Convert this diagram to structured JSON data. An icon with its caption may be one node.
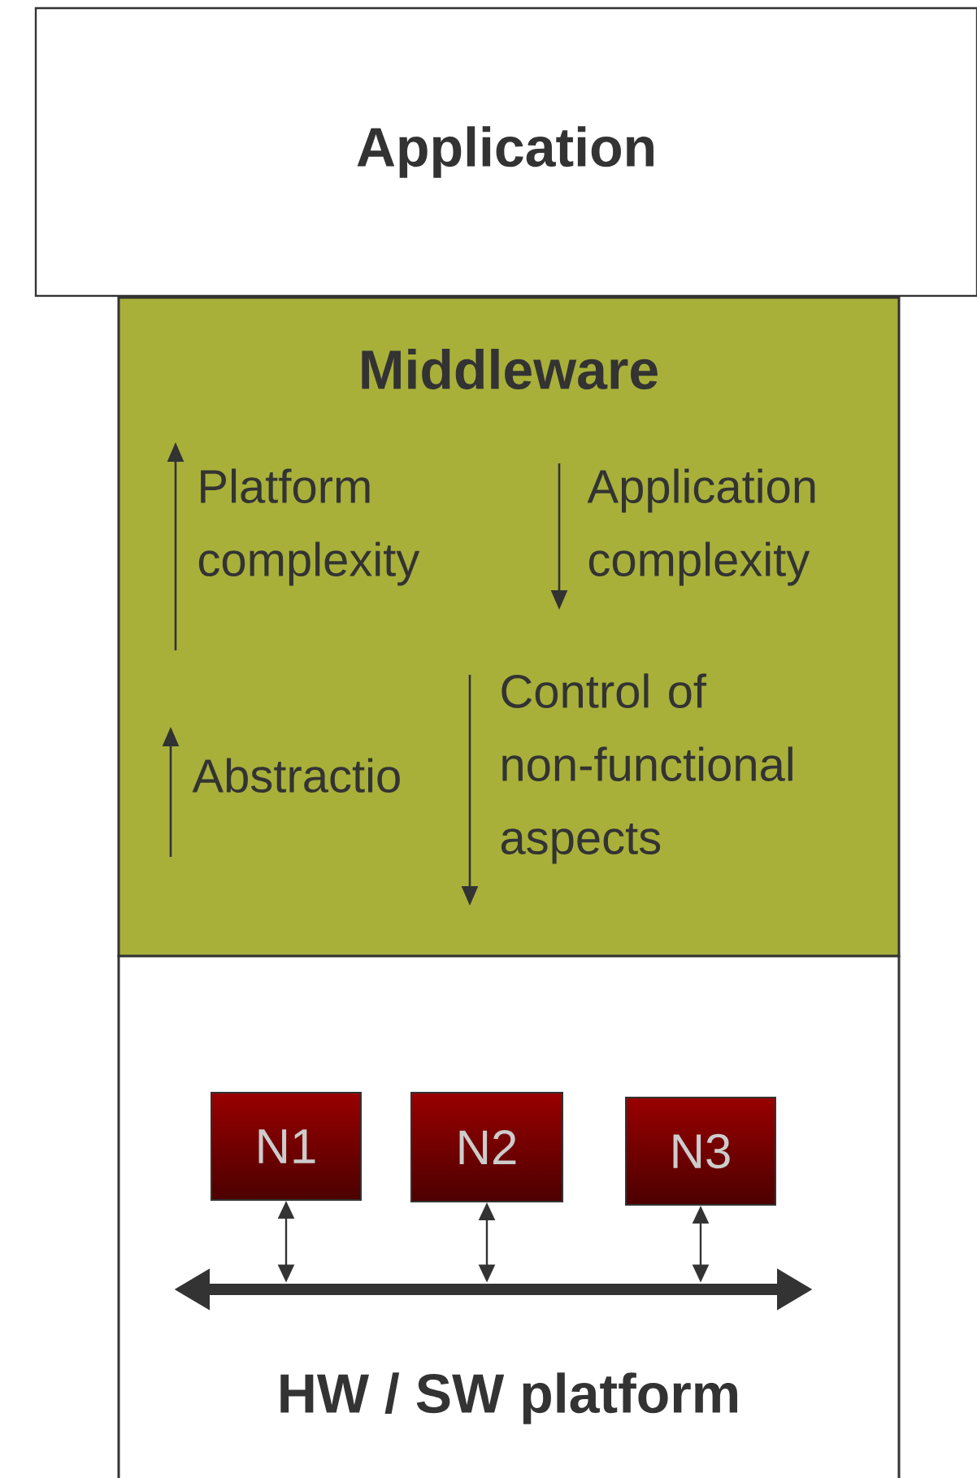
{
  "diagram": {
    "nodes": [
      {
        "text": [
          "Application"
        ]
      },
      {
        "text": [
          "Middleware"
        ]
      },
      {
        "text": [
          "HW / SW platform"
        ]
      },
      {
        "text": [
          "N1"
        ],
        "in": 2
      },
      {
        "text": [
          "N2"
        ],
        "in": 2
      },
      {
        "text": [
          "N3"
        ],
        "in": 2
      },
      {
        "text": [],
        "shape": "bar",
        "in": 2
      }
    ],
    "edges": [
      {
        "from": 3,
        "to": 6,
        "arrow": "both"
      },
      {
        "from": 4,
        "to": 6,
        "arrow": "both"
      },
      {
        "from": 5,
        "to": 6,
        "arrow": "both"
      }
    ],
    "labels": [
      "Platform complexity",
      "Application complexity",
      "Abstractio",
      "Control of non-functional aspects"
    ]
  }
}
